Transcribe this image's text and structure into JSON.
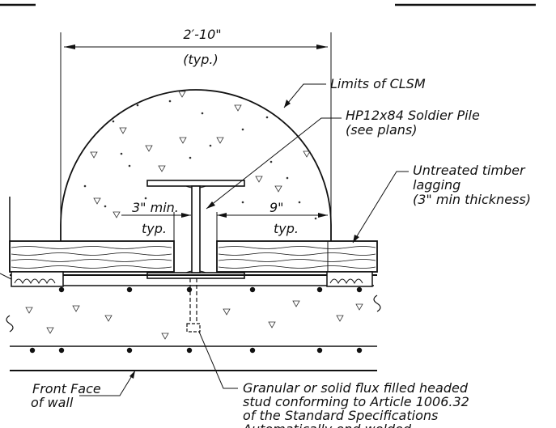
{
  "dimensions": {
    "width_value": "2′-10\"",
    "width_note": "(typ.)",
    "min_gap": "3\" min.",
    "min_gap_note": "typ.",
    "lagging_gap": "9\"",
    "lagging_gap_note": "typ."
  },
  "callouts": {
    "clsm": "Limits of CLSM",
    "pile": [
      "HP12x84 Soldier Pile",
      "(see plans)"
    ],
    "lagging": [
      "Untreated timber",
      "lagging",
      "(3\" min thickness)"
    ],
    "front_face": [
      "Front Face",
      "of wall"
    ],
    "stud": [
      "Granular or solid flux filled headed",
      "stud conforming to Article 1006.32",
      "of the Standard Specifications",
      "Automatically end welded"
    ]
  }
}
